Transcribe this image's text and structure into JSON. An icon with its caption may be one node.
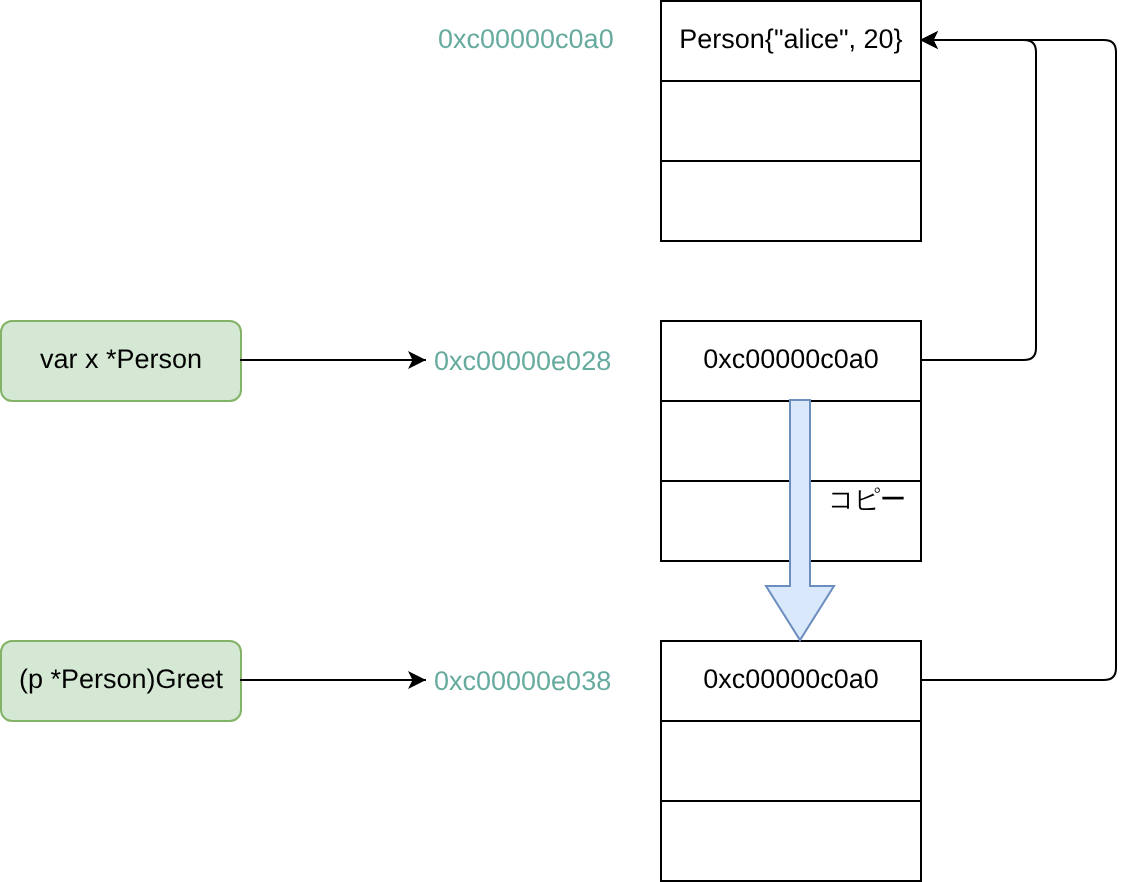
{
  "diagram": {
    "nodes": [
      {
        "text": [
          "Person{\"alice\", 20}"
        ],
        "beside": [
          "0xc00000c0a0"
        ]
      },
      {
        "text": [],
        "shape": "box"
      },
      {
        "text": [],
        "shape": "box"
      },
      {
        "text": [
          "var x *Person"
        ]
      },
      {
        "text": [
          "0xc00000e028"
        ]
      },
      {
        "text": [
          "0xc00000c0a0"
        ]
      },
      {
        "text": [],
        "shape": "box"
      },
      {
        "text": [],
        "shape": "box"
      },
      {
        "text": [
          "(p *Person)Greet"
        ]
      },
      {
        "text": [
          "0xc00000e038"
        ]
      },
      {
        "text": [
          "0xc00000c0a0"
        ]
      },
      {
        "text": [],
        "shape": "box"
      },
      {
        "text": [],
        "shape": "box"
      }
    ],
    "edges": [
      {
        "from": 3,
        "to": 4,
        "arrow": "to"
      },
      {
        "from": 5,
        "to": 0,
        "arrow": "to"
      },
      {
        "from": 5,
        "to": 10,
        "arrow": "to",
        "label": "コピー",
        "style": "thick",
        "color": "#6c8ebf"
      },
      {
        "from": 8,
        "to": 9,
        "arrow": "to"
      },
      {
        "from": 10,
        "to": 0,
        "arrow": "to"
      }
    ]
  }
}
